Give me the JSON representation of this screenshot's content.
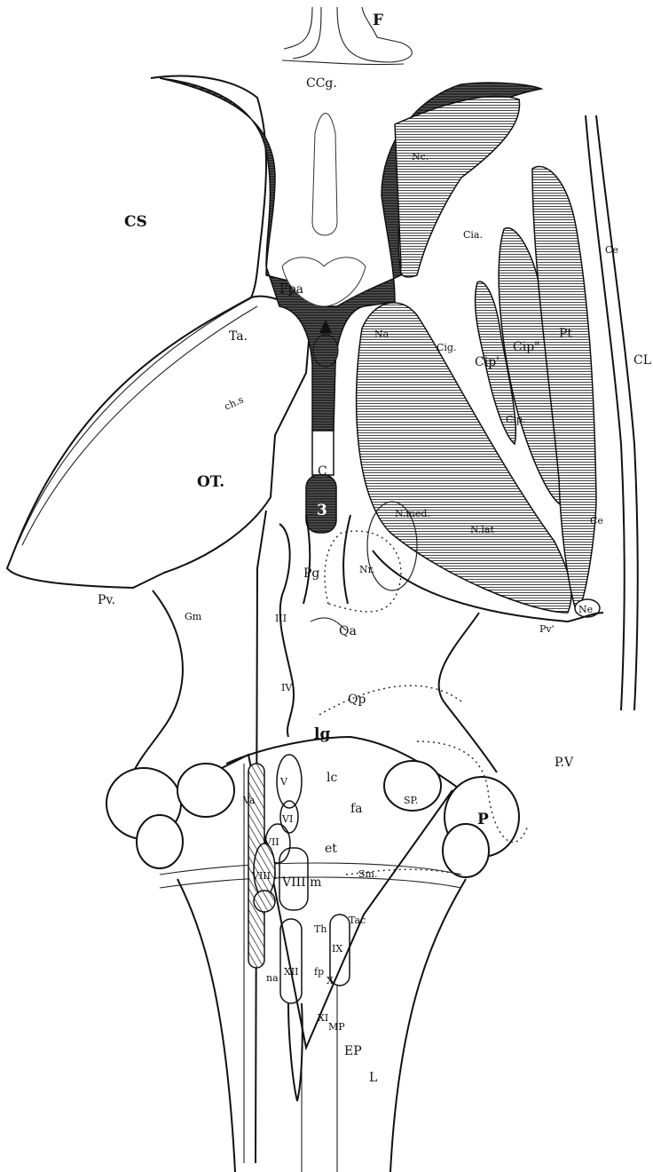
{
  "labels": {
    "F": "F",
    "CCg": "CCg.",
    "CS": "CS",
    "Nc": "Nc.",
    "Cia": "Cia.",
    "Ce_top": "Ce",
    "Fpa": "Fpa",
    "Ta": "Ta.",
    "Na": "Na",
    "Cig": "Cig.",
    "Cip1": "Cip'",
    "Cip2": "Cip\"",
    "Pt": "Pt",
    "CL": "CL",
    "chs": "ch.s",
    "Cip": "Cip.",
    "C": "C",
    "OT": "OT.",
    "three": "3",
    "Nmed": "N.med.",
    "Nlat": "N.lat",
    "Ce_bottom": "Ce",
    "Pg": "Pg",
    "Nr": "Nr.",
    "Pv_left": "Pv.",
    "Gm": "Gm",
    "III": "III",
    "Qa": "Qa",
    "Pv_right": "Pv'",
    "Ne": "Ne",
    "IV": "IV",
    "Qp": "Qp",
    "lg": "lg",
    "PV": "P.V",
    "V": "V",
    "lc": "lc",
    "Va": "Va",
    "fa": "fa",
    "SP": "SP.",
    "P": "P",
    "VI": "VI",
    "VII": "VII",
    "et": "et",
    "Sm": "Sm.",
    "VIIIl": "VIII l",
    "VIIIm": "VIII m",
    "Th": "Th",
    "Tac": "Tac",
    "IX": "IX",
    "fp": "fp",
    "na": "na",
    "XII": "XII",
    "X": "X",
    "XI": "XI",
    "MP": "MP",
    "EP": "EP",
    "L": "L"
  },
  "colors": {
    "ink": "#111111",
    "paper": "#ffffff",
    "hatch": "#333333",
    "dark": "#2a2a2a"
  }
}
